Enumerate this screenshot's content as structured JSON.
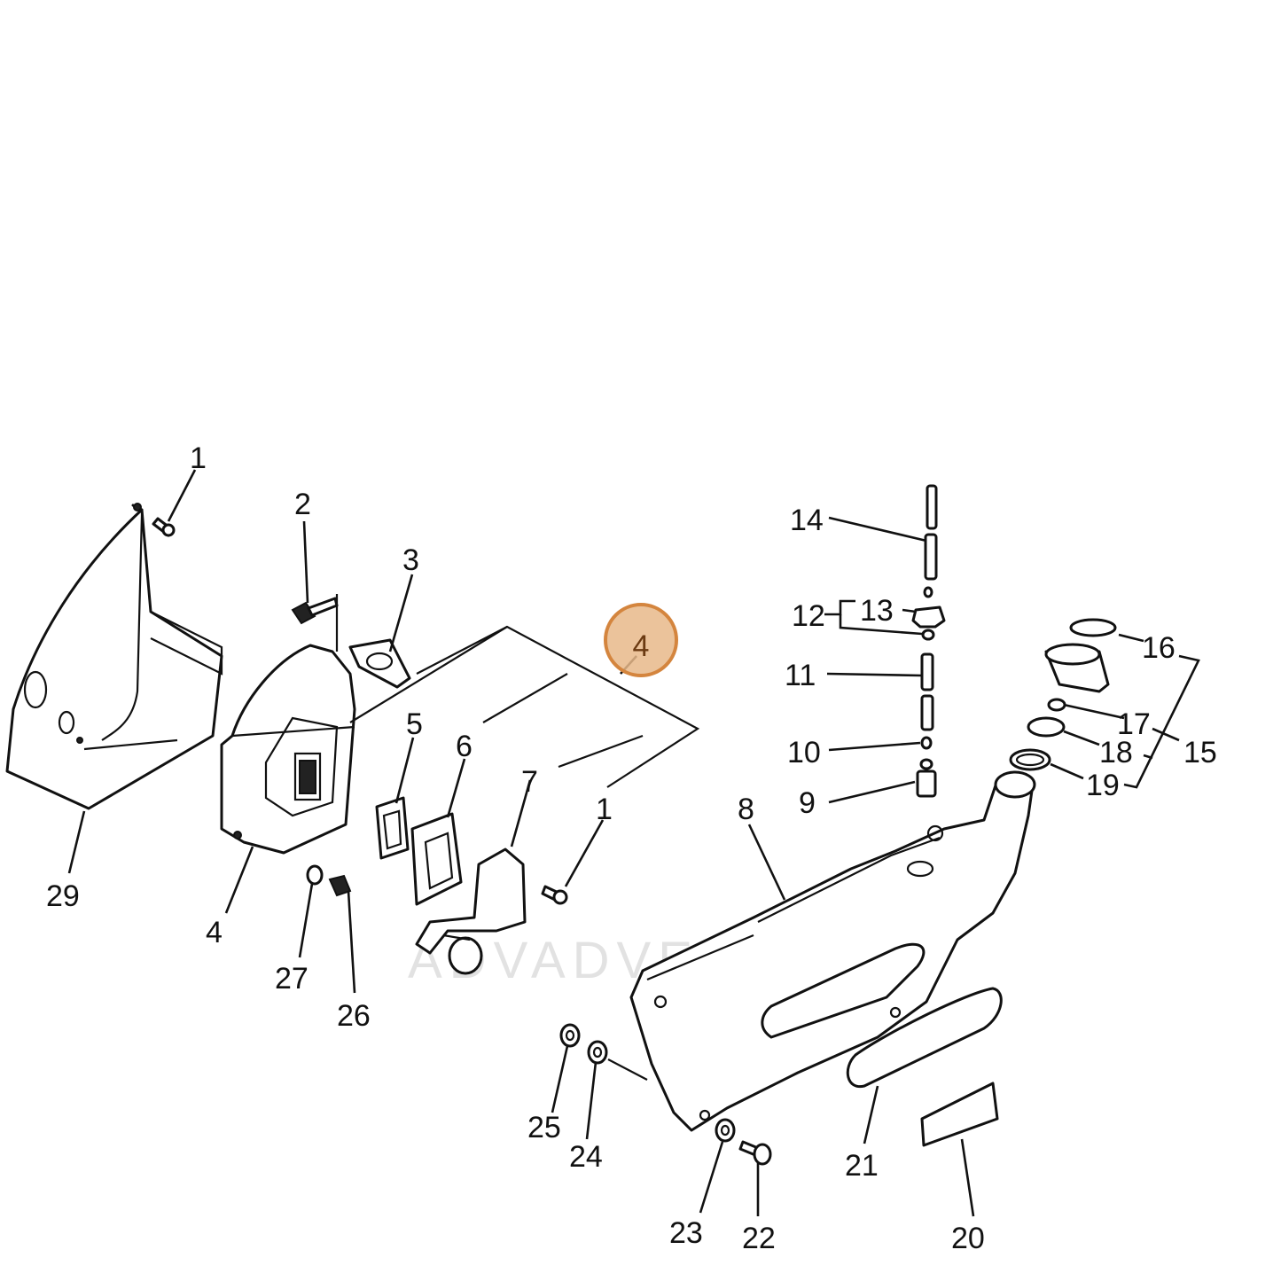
{
  "diagram": {
    "watermark": "ADVADVENTURE",
    "highlight": {
      "label": "4"
    },
    "labels": {
      "l1a": "1",
      "l2": "2",
      "l3": "3",
      "l4a": "4",
      "l5": "5",
      "l6": "6",
      "l7": "7",
      "l1b": "1",
      "l8": "8",
      "l9": "9",
      "l10": "10",
      "l11": "11",
      "l12": "12",
      "l13": "13",
      "l14": "14",
      "l15": "15",
      "l16": "16",
      "l17": "17",
      "l18": "18",
      "l19": "19",
      "l20": "20",
      "l21": "21",
      "l22": "22",
      "l23": "23",
      "l24": "24",
      "l25": "25",
      "l26": "26",
      "l27": "27",
      "l4b": "4",
      "l29": "29"
    }
  }
}
